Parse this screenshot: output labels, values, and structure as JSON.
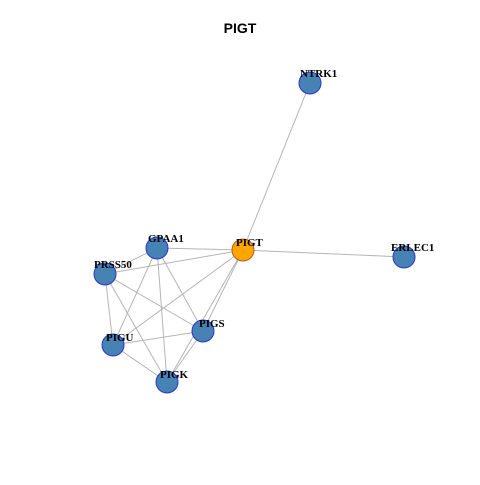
{
  "title": "PIGT",
  "colors": {
    "node_fill": "#4682B4",
    "node_stroke": "#2a36c8",
    "focus_fill": "#FFA500",
    "focus_stroke": "#b05a1a",
    "edge": "#b5b5b5"
  },
  "nodes": [
    {
      "id": "NTRK1",
      "label": "NTRK1",
      "focus": false
    },
    {
      "id": "GPAA1",
      "label": "GPAA1",
      "focus": false
    },
    {
      "id": "PIGT",
      "label": "PIGT",
      "focus": true
    },
    {
      "id": "ERLEC1",
      "label": "ERLEC1",
      "focus": false
    },
    {
      "id": "PRSS50",
      "label": "PRSS50",
      "focus": false
    },
    {
      "id": "PIGS",
      "label": "PIGS",
      "focus": false
    },
    {
      "id": "PIGU",
      "label": "PIGU",
      "focus": false
    },
    {
      "id": "PIGK",
      "label": "PIGK",
      "focus": false
    }
  ],
  "edges": [
    [
      "PIGT",
      "NTRK1"
    ],
    [
      "PIGT",
      "ERLEC1"
    ],
    [
      "PIGT",
      "GPAA1"
    ],
    [
      "PIGT",
      "PRSS50"
    ],
    [
      "PIGT",
      "PIGU"
    ],
    [
      "PIGT",
      "PIGS"
    ],
    [
      "PIGT",
      "PIGK"
    ],
    [
      "GPAA1",
      "PRSS50"
    ],
    [
      "GPAA1",
      "PIGU"
    ],
    [
      "GPAA1",
      "PIGS"
    ],
    [
      "GPAA1",
      "PIGK"
    ],
    [
      "PRSS50",
      "PIGU"
    ],
    [
      "PRSS50",
      "PIGS"
    ],
    [
      "PRSS50",
      "PIGK"
    ],
    [
      "PIGU",
      "PIGS"
    ],
    [
      "PIGU",
      "PIGK"
    ],
    [
      "PIGS",
      "PIGK"
    ]
  ]
}
